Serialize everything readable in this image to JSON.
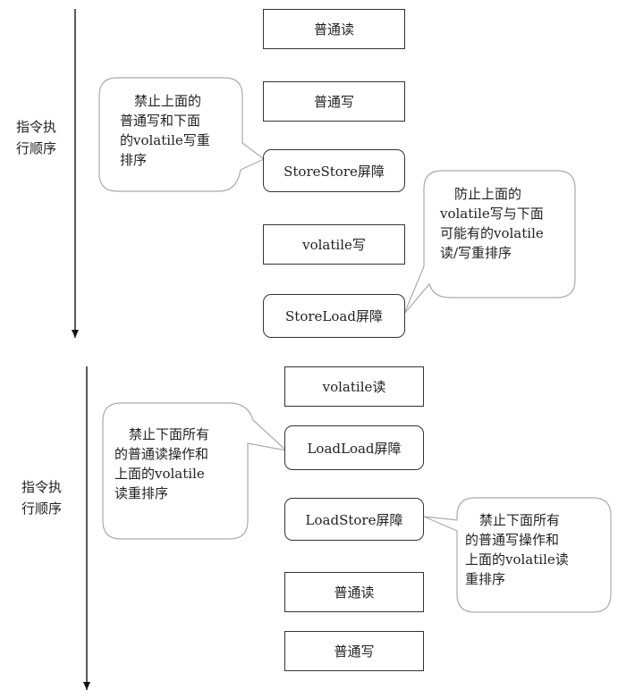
{
  "upper": {
    "axis_label_lines": [
      "指令执",
      "行顺序"
    ],
    "boxes": [
      "普通读",
      "普通写",
      "StoreStore屏障",
      "volatile写",
      "StoreLoad屏障"
    ],
    "note_left_lines": [
      "禁止上面的",
      "普通写和下面",
      "的volatile写重",
      "排序"
    ],
    "note_right_lines": [
      "防止上面的",
      "volatile写与下面",
      "可能有的volatile",
      "读/写重排序"
    ]
  },
  "lower": {
    "axis_label_lines": [
      "指令执",
      "行顺序"
    ],
    "boxes": [
      "volatile读",
      "LoadLoad屏障",
      "LoadStore屏障",
      "普通读",
      "普通写"
    ],
    "note_left_lines": [
      "禁止下面所有",
      "的普通读操作和",
      "上面的volatile",
      "读重排序"
    ],
    "note_right_lines": [
      "禁止下面所有",
      "的普通写操作和",
      "上面的volatile读",
      "重排序"
    ]
  }
}
